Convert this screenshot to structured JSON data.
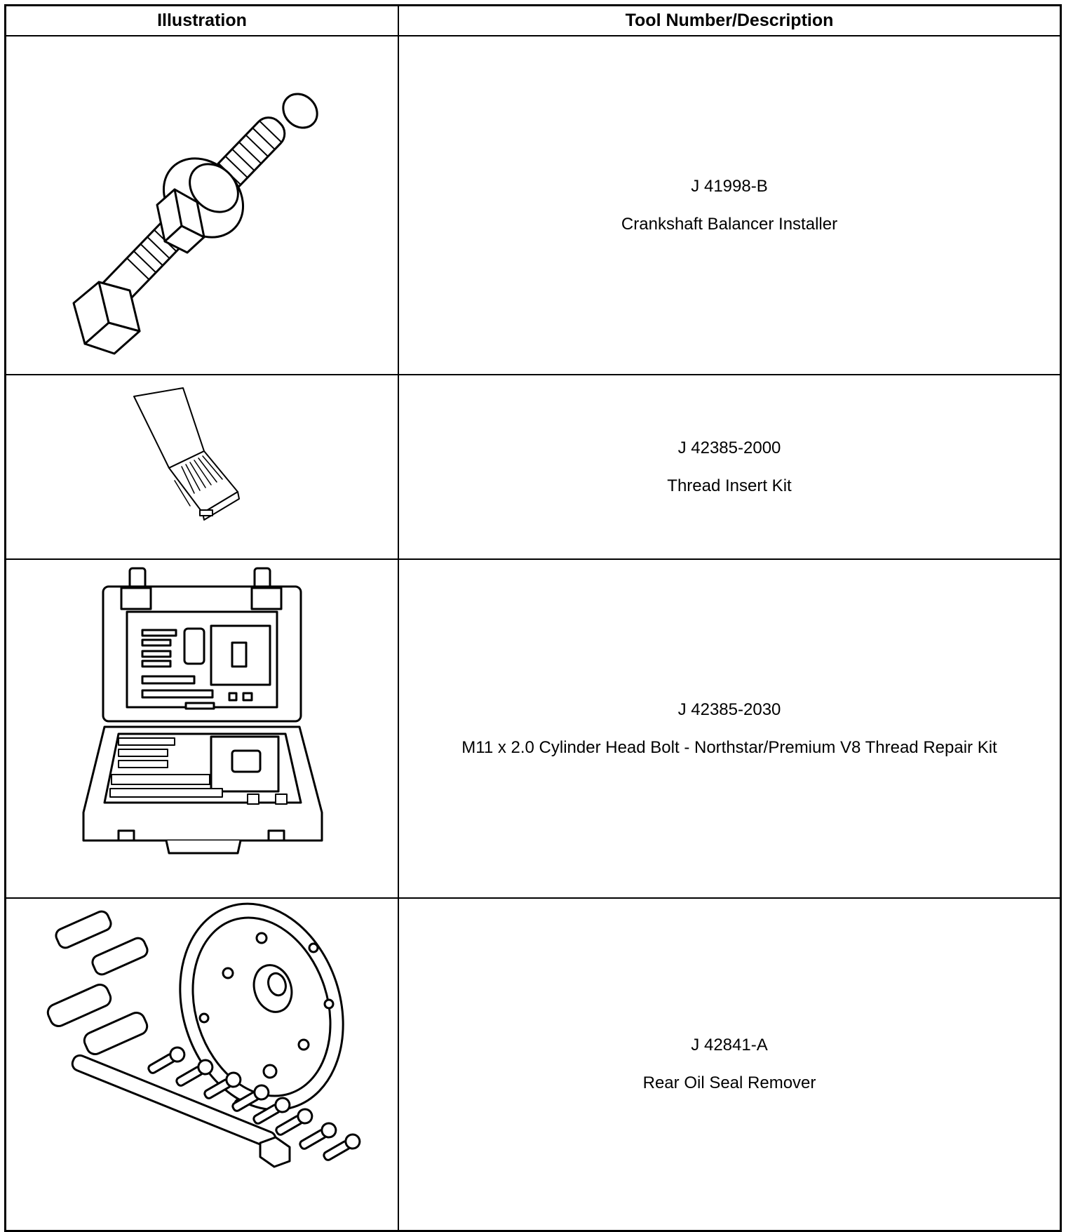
{
  "table": {
    "header": {
      "illustration": "Illustration",
      "tool": "Tool Number/Description"
    },
    "rows": [
      {
        "number": "J 41998-B",
        "description": "Crankshaft Balancer Installer",
        "illustration_icon": "crankshaft-balancer-installer-icon"
      },
      {
        "number": "J 42385-2000",
        "description": "Thread Insert Kit",
        "illustration_icon": "thread-insert-kit-icon"
      },
      {
        "number": "J 42385-2030",
        "description": "M11 x 2.0 Cylinder Head Bolt - Northstar/Premium V8 Thread Repair Kit",
        "illustration_icon": "thread-repair-kit-case-icon"
      },
      {
        "number": "J 42841-A",
        "description": "Rear Oil Seal Remover",
        "illustration_icon": "rear-oil-seal-remover-icon"
      }
    ]
  }
}
